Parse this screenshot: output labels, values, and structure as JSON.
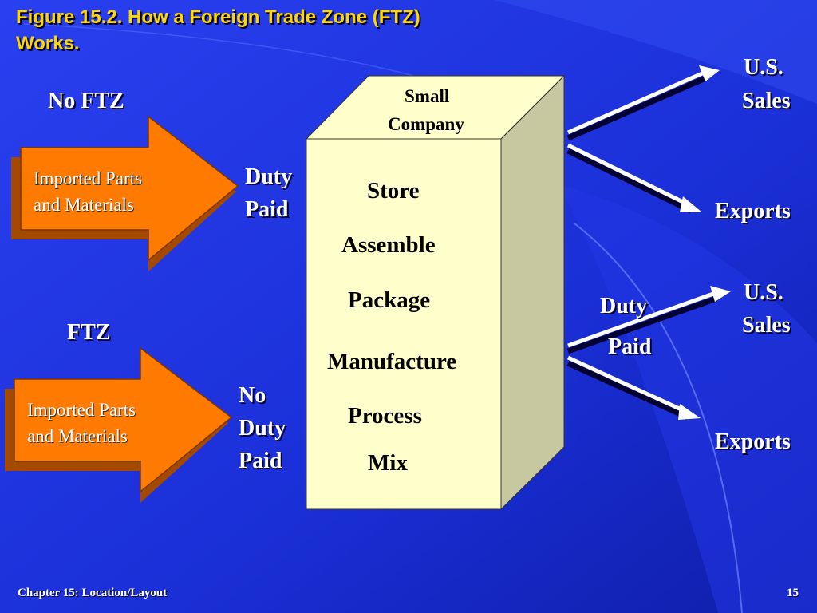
{
  "title_line1": "Figure 15.2.  How a Foreign Trade Zone (FTZ)",
  "title_line2": "Works.",
  "no_ftz_label": "No FTZ",
  "ftz_label": "FTZ",
  "imported_line1": "Imported Parts",
  "imported_line2": "and Materials",
  "duty": "Duty",
  "paid": "Paid",
  "no": "No",
  "company_line1": "Small",
  "company_line2": "Company",
  "activities": [
    "Store",
    "Assemble",
    "Package",
    "Manufacture",
    "Process",
    "Mix"
  ],
  "us": "U.S.",
  "sales": "Sales",
  "exports": "Exports",
  "footer_chapter": "Chapter 15: Location/Layout",
  "footer_page": "15",
  "colors": {
    "background": "#1a2fd6",
    "title": "#ffd700",
    "arrow": "#ff7a00",
    "box_front": "#ffffcc",
    "box_side": "#c8c8a0"
  }
}
